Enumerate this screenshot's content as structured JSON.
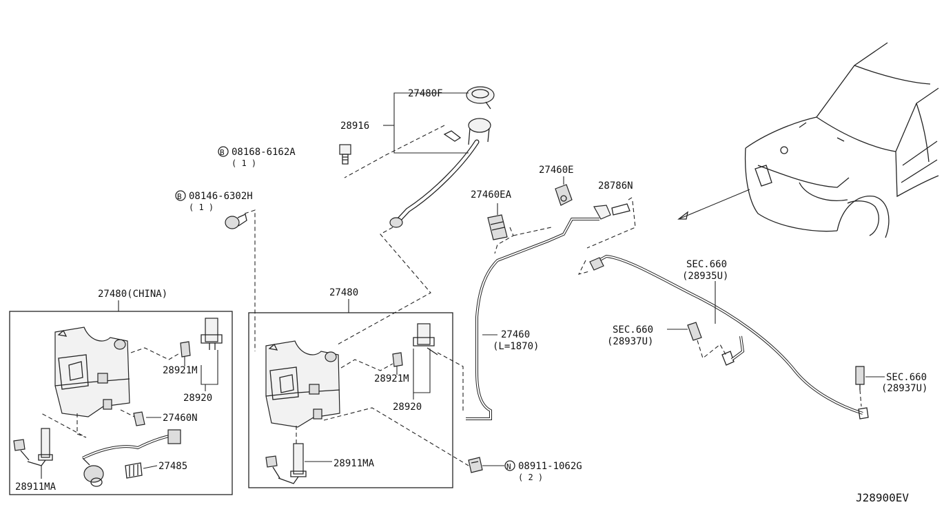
{
  "labels": {
    "p27480f": "27480F",
    "p28916": "28916",
    "bolt1_code": "08168-6162A",
    "bolt1_qty": "( 1 )",
    "bolt2_code": "08146-6302H",
    "bolt2_qty": "( 1 )",
    "bolt_marker": "B",
    "p27460e": "27460E",
    "p28786n": "28786N",
    "p27460ea": "27460EA",
    "sec660_a": "SEC.660",
    "sec660_a_ref": "(28935U)",
    "sec660_b": "SEC.660",
    "sec660_b_ref": "(28937U)",
    "sec660_c": "SEC.660",
    "sec660_c_ref": "(28937U)",
    "p27460": "27460",
    "p27460_len": "(L=1870)",
    "china_box_title": "27480(CHINA)",
    "main_box_title": "27480",
    "china_28921m": "28921M",
    "china_28920": "28920",
    "china_27460n": "27460N",
    "china_27485": "27485",
    "china_28911ma": "28911MA",
    "main_28921m": "28921M",
    "main_28920": "28920",
    "main_28911ma": "28911MA",
    "nut_marker": "N",
    "nut_code": "08911-1062G",
    "nut_qty": "( 2 )",
    "diagram_code": "J28900EV"
  }
}
